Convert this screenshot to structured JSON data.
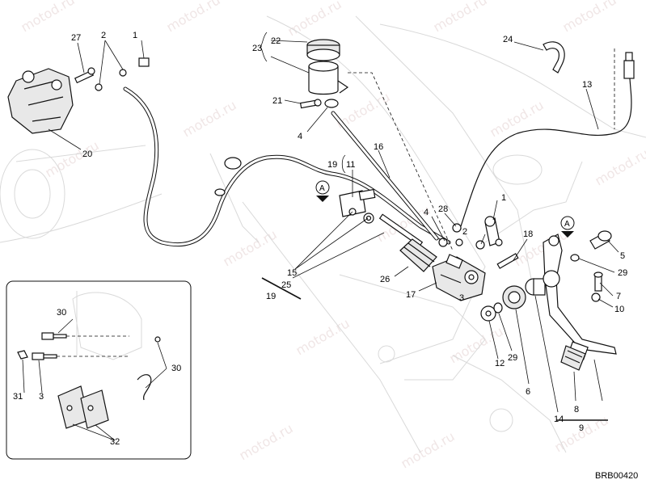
{
  "watermark": "motod.ru",
  "drawing_code": "BRB00420",
  "callouts": {
    "c1_top": "1",
    "c2_top": "2",
    "c27": "27",
    "c20": "20",
    "c22": "22",
    "c23": "23",
    "c21": "21",
    "c4_top": "4",
    "c16": "16",
    "c19_top": "19",
    "c11": "11",
    "cA_left": "A",
    "c24": "24",
    "c13": "13",
    "c28": "28",
    "c4_mid": "4",
    "c1_mid": "1",
    "c2_mid": "2",
    "c18": "18",
    "cA_right": "A",
    "c5": "5",
    "c29_right": "29",
    "c7": "7",
    "c10": "10",
    "c15": "15",
    "c25": "25",
    "c19_bottom": "19",
    "c26": "26",
    "c17": "17",
    "c3": "3",
    "c12": "12",
    "c29_bottom": "29",
    "c6": "6",
    "c14": "14",
    "c8": "8",
    "c9": "9",
    "inset_30_top": "30",
    "inset_30_right": "30",
    "inset_31": "31",
    "inset_3": "3",
    "inset_32": "32"
  }
}
